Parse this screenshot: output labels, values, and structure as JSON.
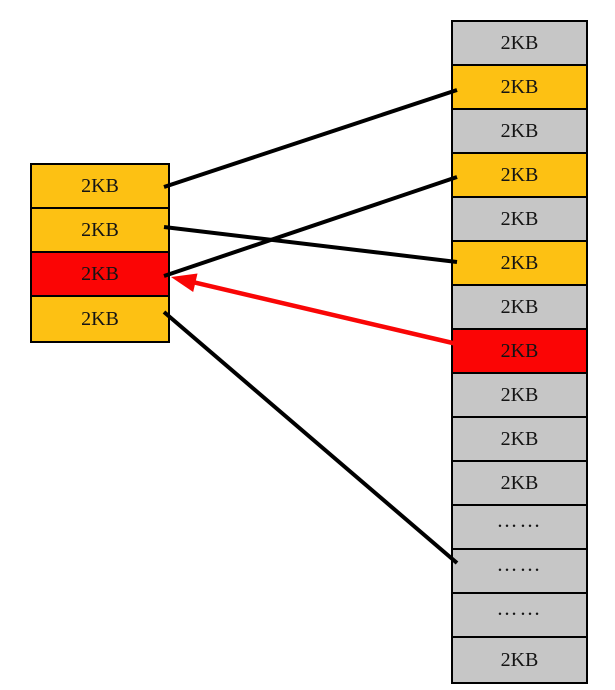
{
  "diagram": {
    "kind": "memory-block-mapping",
    "block_size_label": "2KB",
    "ellipsis_label": "……"
  },
  "palette": {
    "orange": "#FDC113",
    "gray": "#C6C6C6",
    "red": "#FB0505",
    "line_black": "#000000",
    "line_red": "#F90606",
    "border": "#000000",
    "text": "#141414",
    "background": "#FFFFFF"
  },
  "columns": {
    "left": {
      "blocks": [
        {
          "label": "2KB",
          "color": "orange"
        },
        {
          "label": "2KB",
          "color": "orange"
        },
        {
          "label": "2KB",
          "color": "red"
        },
        {
          "label": "2KB",
          "color": "orange"
        }
      ]
    },
    "right": {
      "blocks": [
        {
          "label": "2KB",
          "color": "gray"
        },
        {
          "label": "2KB",
          "color": "orange"
        },
        {
          "label": "2KB",
          "color": "gray"
        },
        {
          "label": "2KB",
          "color": "orange"
        },
        {
          "label": "2KB",
          "color": "gray"
        },
        {
          "label": "2KB",
          "color": "orange"
        },
        {
          "label": "2KB",
          "color": "gray"
        },
        {
          "label": "2KB",
          "color": "red"
        },
        {
          "label": "2KB",
          "color": "gray"
        },
        {
          "label": "2KB",
          "color": "gray"
        },
        {
          "label": "2KB",
          "color": "gray"
        },
        {
          "label": "……",
          "color": "gray"
        },
        {
          "label": "……",
          "color": "gray"
        },
        {
          "label": "……",
          "color": "gray"
        },
        {
          "label": "2KB",
          "color": "gray"
        }
      ]
    }
  },
  "edges": [
    {
      "from": {
        "column": "left",
        "index": 0
      },
      "to": {
        "column": "right",
        "index": 1
      },
      "color": "black",
      "arrow": false
    },
    {
      "from": {
        "column": "left",
        "index": 1
      },
      "to": {
        "column": "right",
        "index": 5
      },
      "color": "black",
      "arrow": false
    },
    {
      "from": {
        "column": "right",
        "index": 3
      },
      "to": {
        "column": "left",
        "index": 2
      },
      "color": "black",
      "arrow": false
    },
    {
      "from": {
        "column": "right",
        "index": 7
      },
      "to": {
        "column": "left",
        "index": 2
      },
      "color": "red",
      "arrow": true
    },
    {
      "from": {
        "column": "left",
        "index": 3
      },
      "to": {
        "column": "right",
        "index": 12
      },
      "color": "black",
      "arrow": false
    }
  ]
}
